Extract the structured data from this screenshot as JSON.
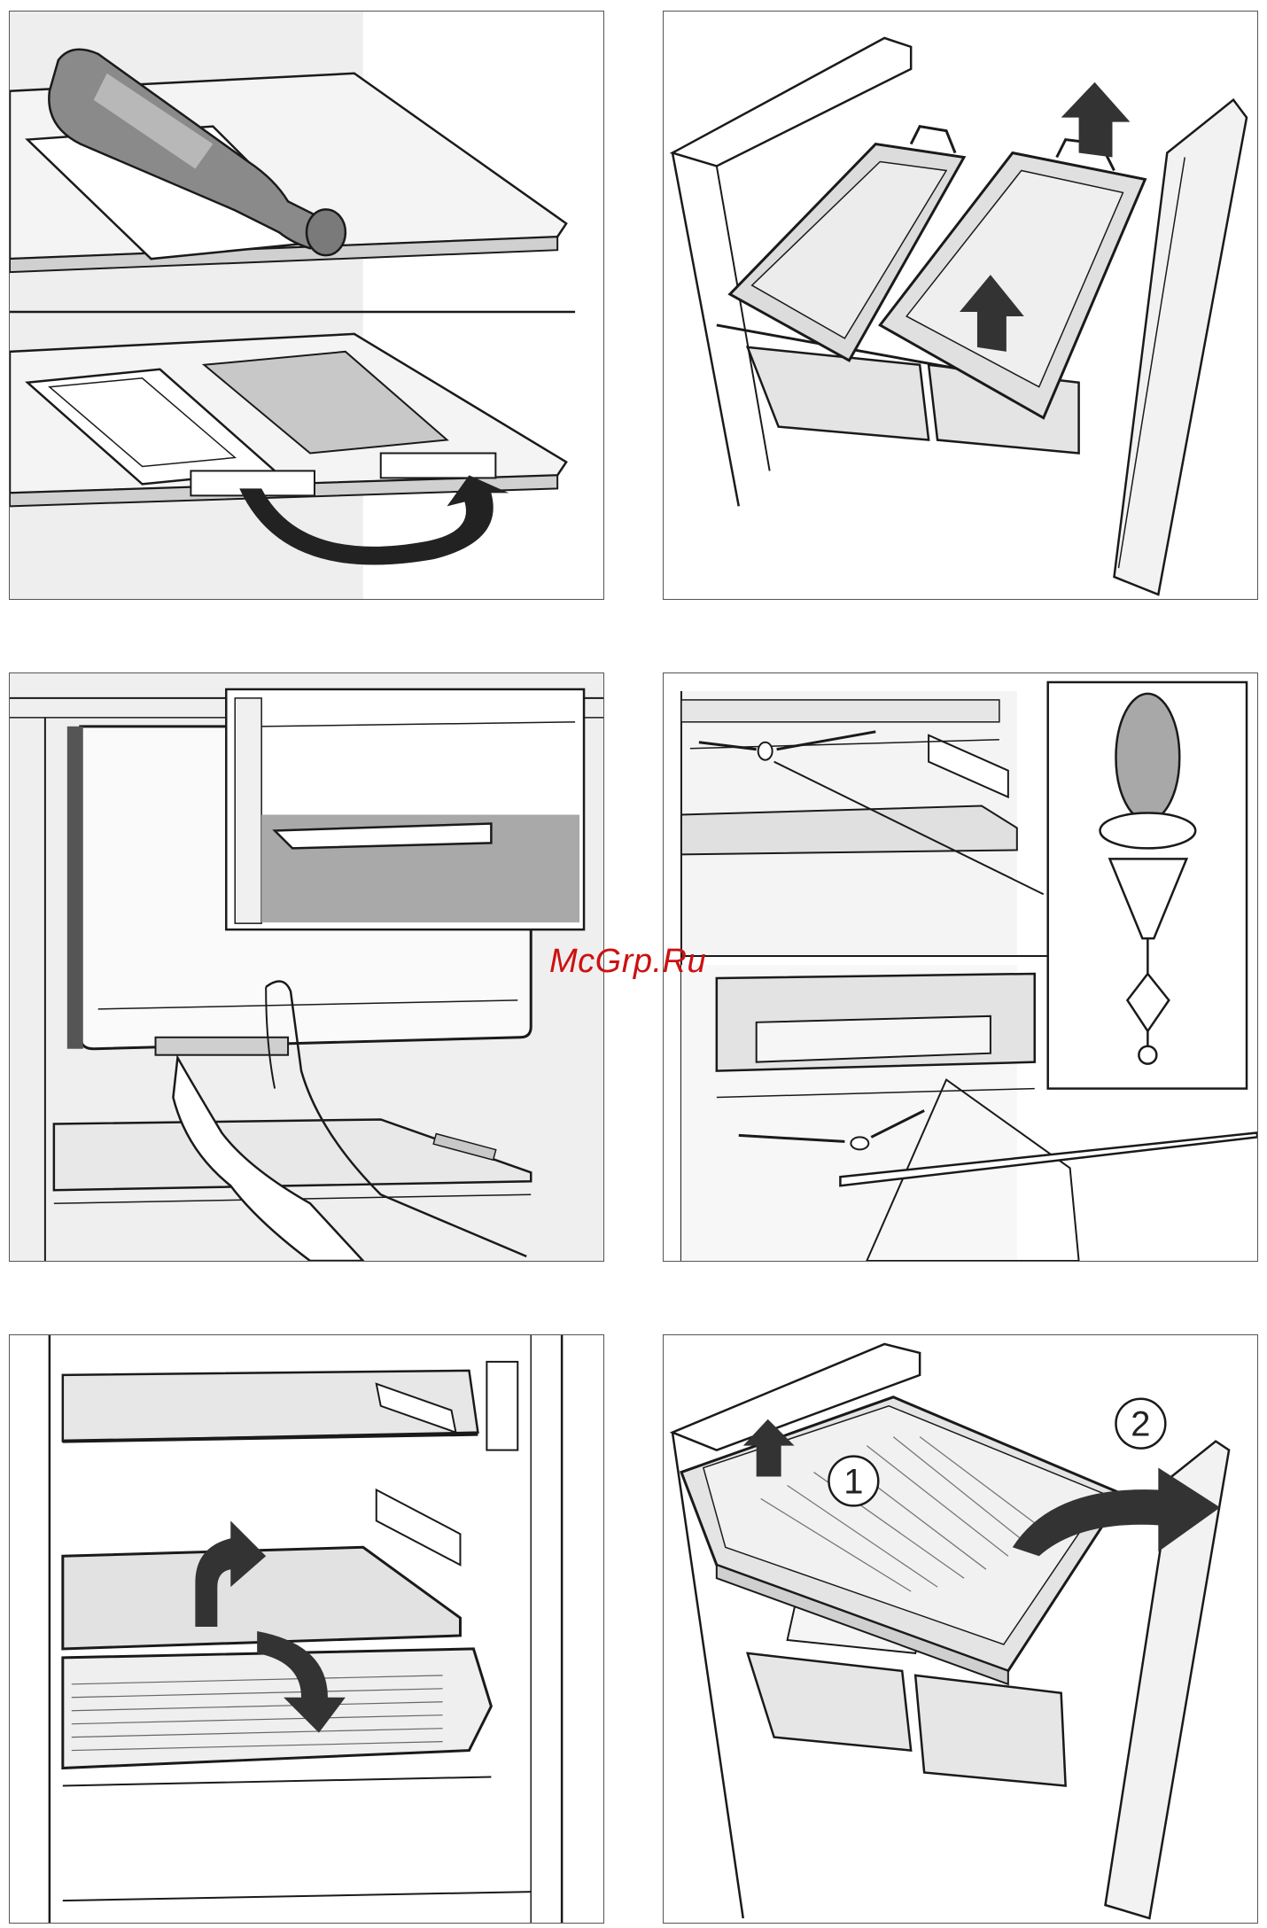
{
  "watermark": {
    "text": "McGrp.Ru"
  },
  "panels": [
    {
      "id": "bottle-shelf",
      "icons": [
        "wine-bottle-icon",
        "shelf-icon",
        "curved-arrow-icon"
      ]
    },
    {
      "id": "freezer-baskets",
      "icons": [
        "basket-icon",
        "up-arrow-icon"
      ]
    },
    {
      "id": "drawer-handle",
      "icons": [
        "drawer-icon",
        "hand-icon"
      ]
    },
    {
      "id": "drain-cleaning",
      "icons": [
        "drain-hole-icon",
        "cleaning-tool-icon"
      ]
    },
    {
      "id": "crisper-removal",
      "icons": [
        "crisper-drawer-icon",
        "curved-arrow-icon"
      ]
    },
    {
      "id": "drawer-removal-steps",
      "icons": [
        "drawer-icon",
        "arrow-icon"
      ],
      "steps": [
        "1",
        "2"
      ]
    }
  ],
  "colors": {
    "line": "#1a1a1a",
    "shade": "#d8d8d8",
    "dark": "#3a3a3a",
    "watermark": "#cc1111"
  }
}
